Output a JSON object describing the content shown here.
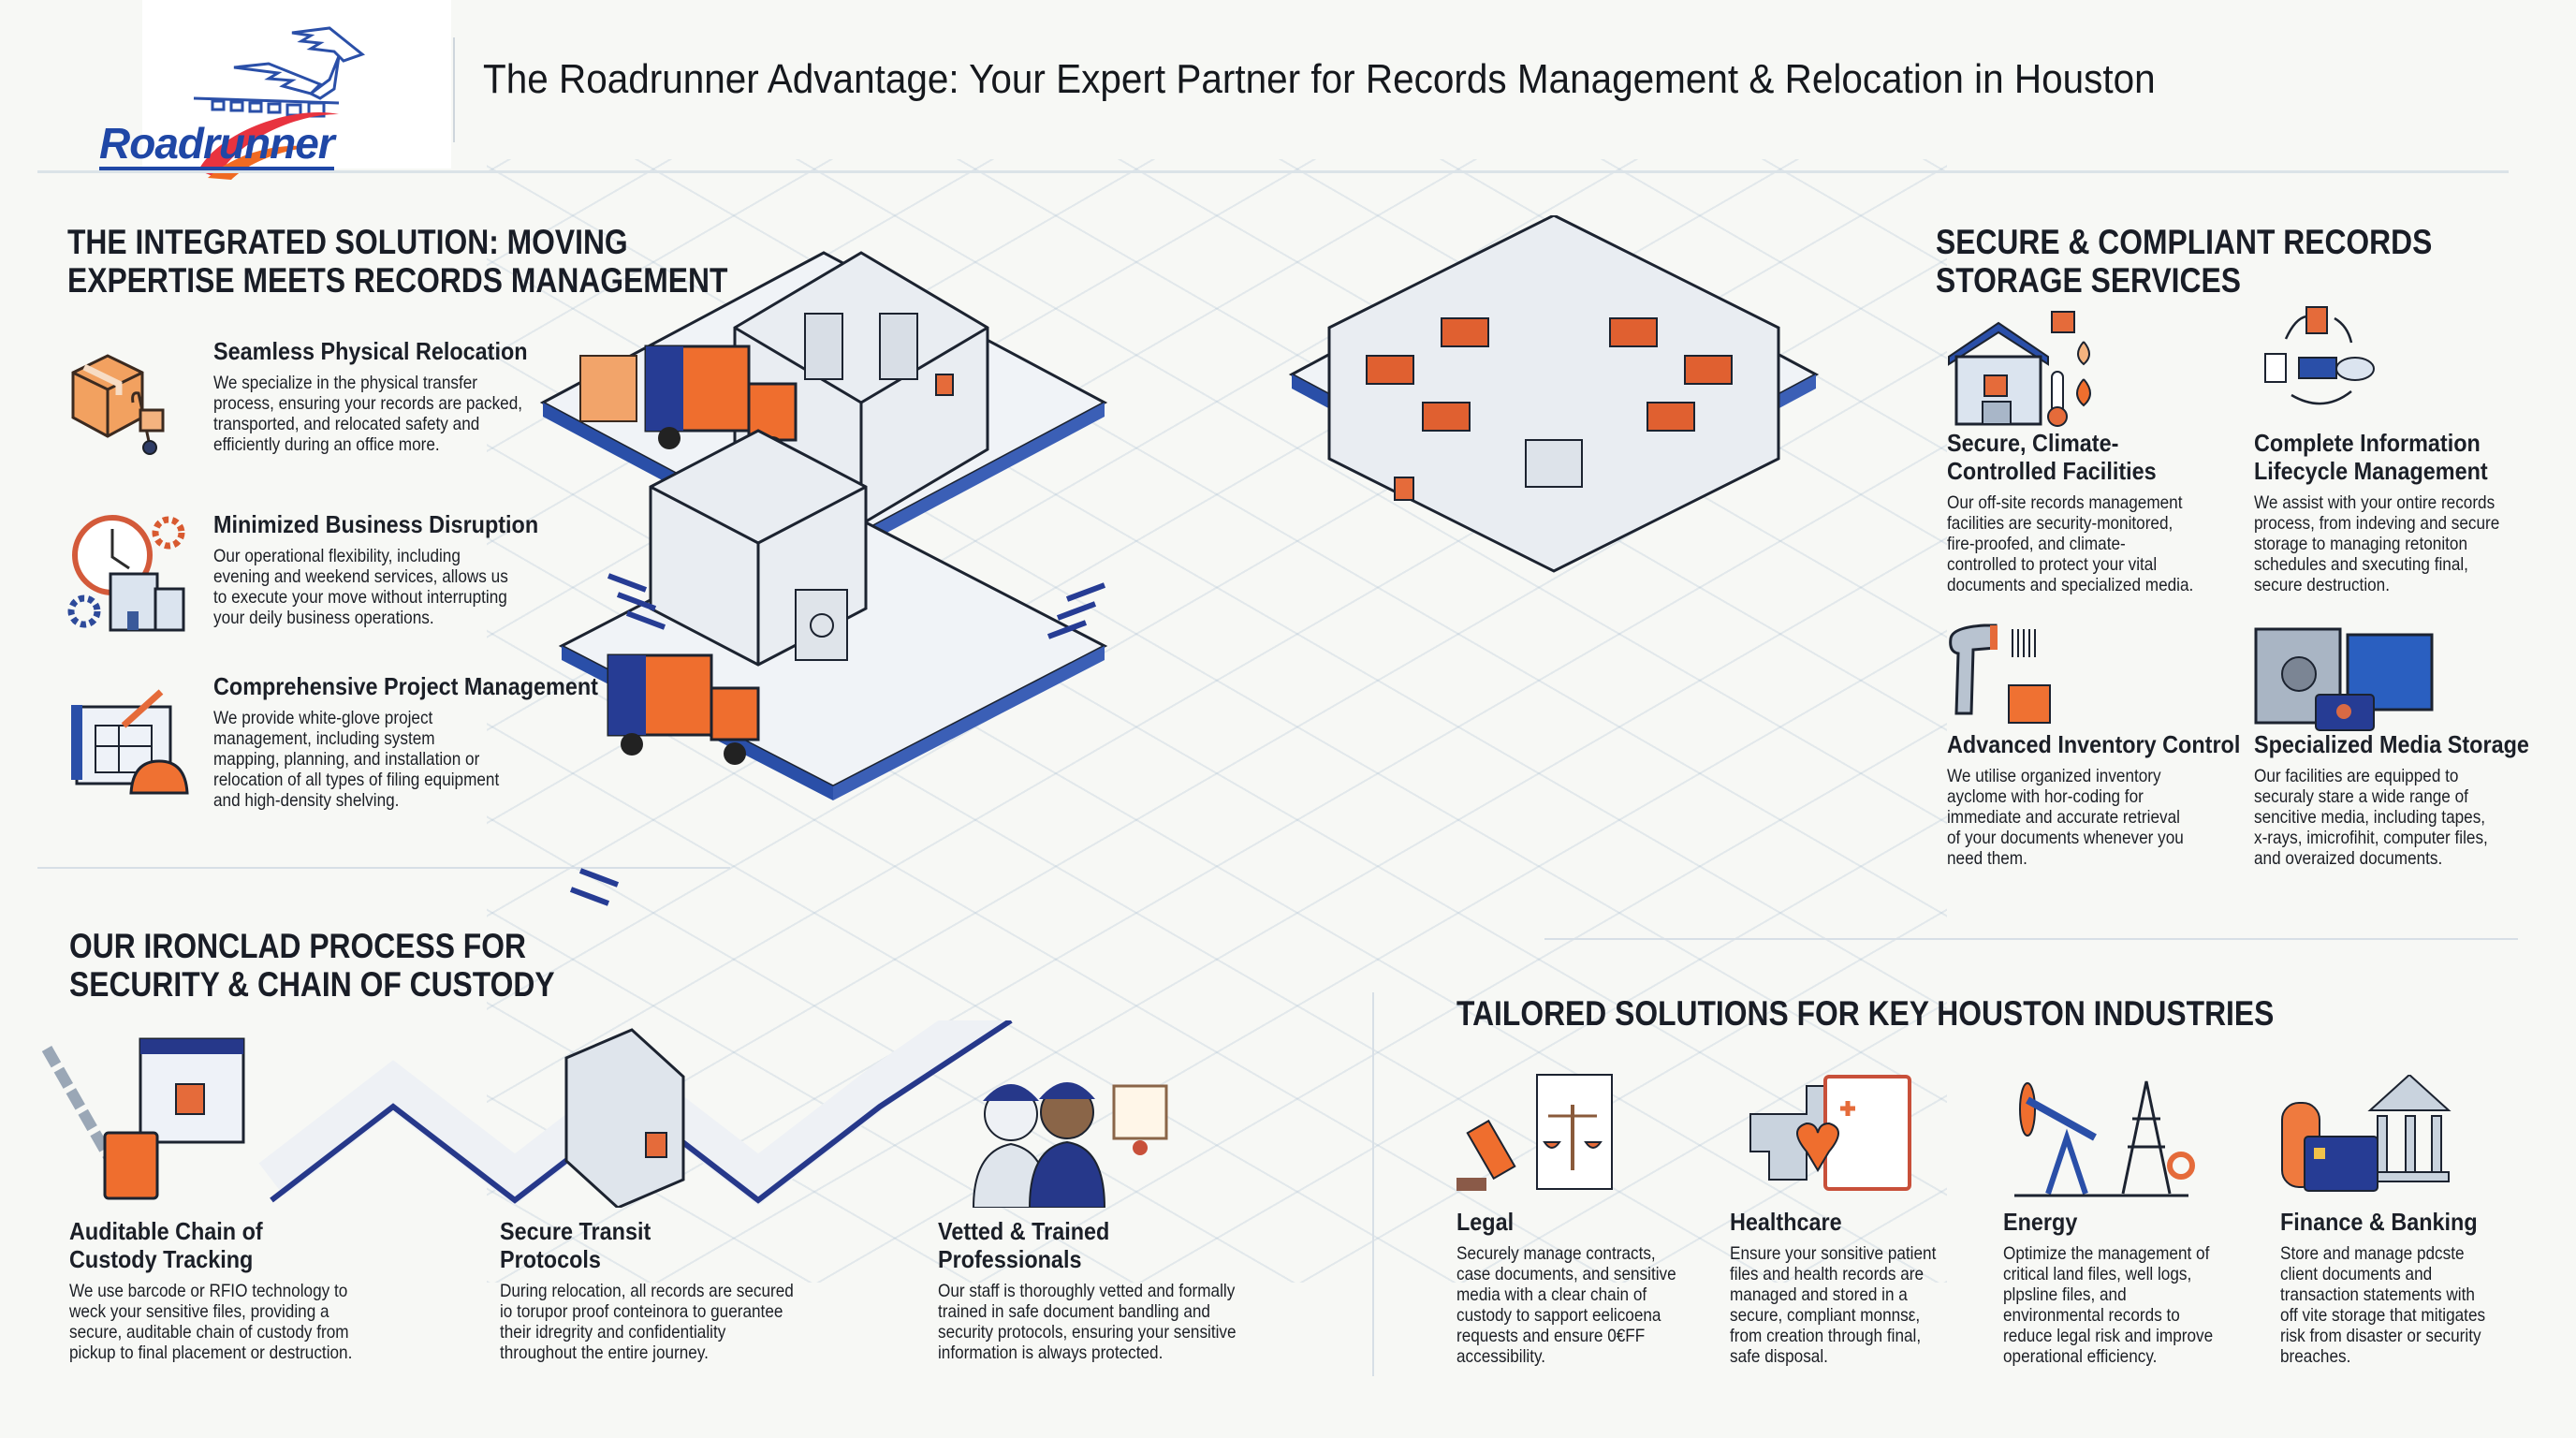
{
  "header": {
    "logo_text": "Roadrunner",
    "title": "The Roadrunner Advantage: Your Expert Partner for Records Management & Relocation in Houston"
  },
  "integrated": {
    "title_line1": "THE INTEGRATED SOLUTION: MOVING",
    "title_line2": "EXPERTISE MEETS RECORDS MANAGEMENT",
    "items": [
      {
        "icon": "box-dolly-icon",
        "title": "Seamless Physical Relocation",
        "body": "We specialize in the physical transfer\nprocess, ensuring your records are packed,\ntransported, and relocated safety and\nefficiently during an office more."
      },
      {
        "icon": "clock-building-icon",
        "title": "Minimized Business Disruption",
        "body": "Our operational flexibility, including\nevening and weekend services, allows us\nto execute your move without interrupting\nyour deily business operations."
      },
      {
        "icon": "blueprint-hardhat-icon",
        "title": "Comprehensive Project Management",
        "body": "We provide white-glove project\nmanagement, including system\nmapping, planning, and installation or\nrelocation of all types of filing equipment\nand high-density shelving."
      }
    ]
  },
  "storage": {
    "title_line1": "SECURE & COMPLIANT RECORDS",
    "title_line2": "STORAGE SERVICES",
    "items": [
      {
        "icon": "secure-facility-icon",
        "title_line1": "Secure, Climate-",
        "title_line2": "Controlled Facilities",
        "body": "Our off-site records management\nfacilities are security-monitored,\nfire-proofed, and climate-\ncontrolled to protect your vital\ndocuments and specialized media."
      },
      {
        "icon": "lifecycle-icon",
        "title_line1": "Complete Information",
        "title_line2": "Lifecycle Management",
        "body": "We assist with your ontire records\nprocess, from indeving and secure\nstorage to managing retoniton\nschedules and sxecuting final,\nsecure destruction."
      },
      {
        "icon": "barcode-scanner-icon",
        "title_line1": "Advanced Inventory Control",
        "title_line2": "",
        "body": "We utilise organized inventory\nayclome with hor-coding for\nimmediate and accurate retrieval\nof your documents whenever you\nneed them."
      },
      {
        "icon": "media-safe-icon",
        "title_line1": "Specialized Media Storage",
        "title_line2": "",
        "body": "Our facilities are equipped to\nsecuraly stare a wide range of\nsencitive media, including tapes,\nx-rays, imicrofihit, computer files,\nand overaized documents."
      }
    ]
  },
  "process": {
    "title_line1": "OUR IRONCLAD PROCESS FOR",
    "title_line2": "SECURITY & CHAIN OF CUSTODY",
    "items": [
      {
        "icon": "chain-lock-icon",
        "title_line1": "Auditable Chain of",
        "title_line2": "Custody Tracking",
        "body": "We use barcode or RFIO technology to\nweck your sensitive files, providing a\nsecure, auditable chain of custody from\npickup to final placement or destruction."
      },
      {
        "icon": "locked-container-icon",
        "title_line1": "Secure Transit",
        "title_line2": "Protocols",
        "body": "During relocation, all records are secured\nio torupor proof conteinora to guerantee\ntheir idregrity and confidentiality\nthroughout the entire journey."
      },
      {
        "icon": "guards-certificate-icon",
        "title_line1": "Vetted & Trained",
        "title_line2": "Professionals",
        "body": "Our staff is thoroughly vetted and formally\ntrained in safe document bandling and\nsecurity protocols, ensuring your sensitive\ninformation is always protected."
      }
    ]
  },
  "industries": {
    "title": "TAILORED SOLUTIONS FOR KEY HOUSTON INDUSTRIES",
    "items": [
      {
        "icon": "gavel-scales-icon",
        "title": "Legal",
        "body": "Securely manage contracts,\ncase documents, and sensitive\nmedia with a clear chain of\ncustody to sapport eelicoena\nrequests and ensure 0€FF\naccessibility."
      },
      {
        "icon": "medical-clipboard-icon",
        "title": "Healthcare",
        "body": "Ensure your sonsitive patient\nfiles and health records are\nmanaged and stored in a\nsecure, compliant monnsε,\nfrom creation through final,\nsafe disposal."
      },
      {
        "icon": "oil-pump-tower-icon",
        "title": "Energy",
        "body": "Optimize the management of\ncritical land files, well logs,\nplpsline files, and\nenvironmental records to\nreduce legal risk and improve\noperational efficiency."
      },
      {
        "icon": "bank-coins-icon",
        "title": "Finance & Banking",
        "body": "Store and manage pdcste\nclient documents and\ntransaction statements with\noff vite storage that mitigates\nrisk from disaster or security\nbreaches."
      }
    ]
  },
  "colors": {
    "brand_blue": "#1f47a6",
    "navy": "#26388a",
    "accent_orange": "#ee6a33",
    "text": "#161a22"
  }
}
